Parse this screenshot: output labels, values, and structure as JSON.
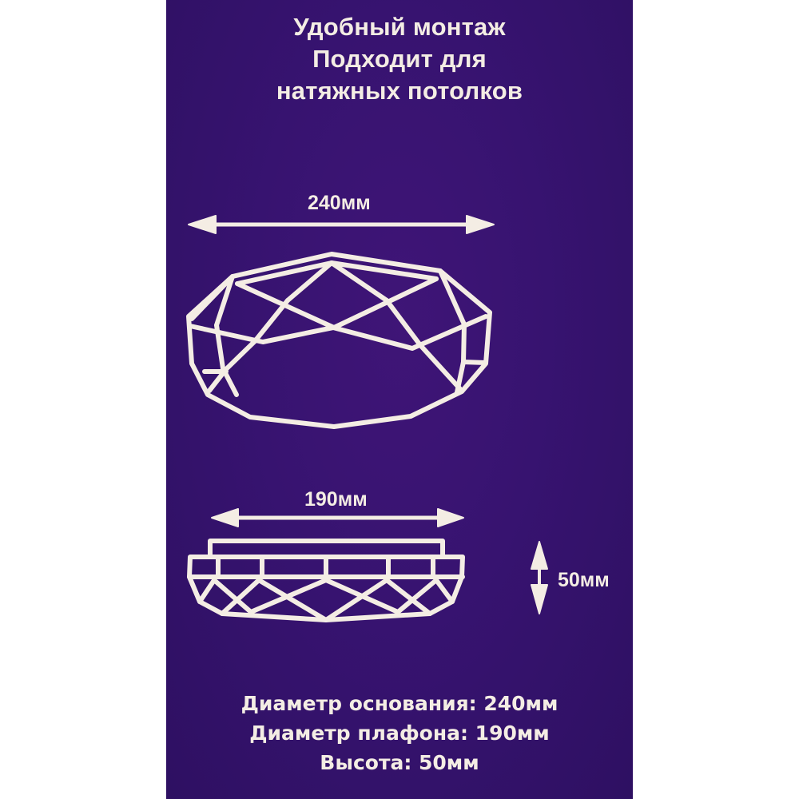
{
  "headline": {
    "line1": "Удобный монтаж",
    "line2": "Подходит для",
    "line3": "натяжных потолков"
  },
  "top_view": {
    "width_label": "240мм",
    "icon": "double-arrow-horizontal-icon",
    "illustration": "faceted-ceiling-lamp-perspective"
  },
  "side_view": {
    "width_label": "190мм",
    "height_label": "50мм",
    "icons": [
      "double-arrow-horizontal-icon",
      "double-arrow-vertical-icon"
    ],
    "illustration": "faceted-ceiling-lamp-side"
  },
  "specs": {
    "base_diameter": "Диаметр основания: 240мм",
    "shade_diameter": "Диаметр плафона: 190мм",
    "height": "Высота: 50мм"
  },
  "colors": {
    "background": "#371370",
    "foreground": "#f4ede4"
  }
}
